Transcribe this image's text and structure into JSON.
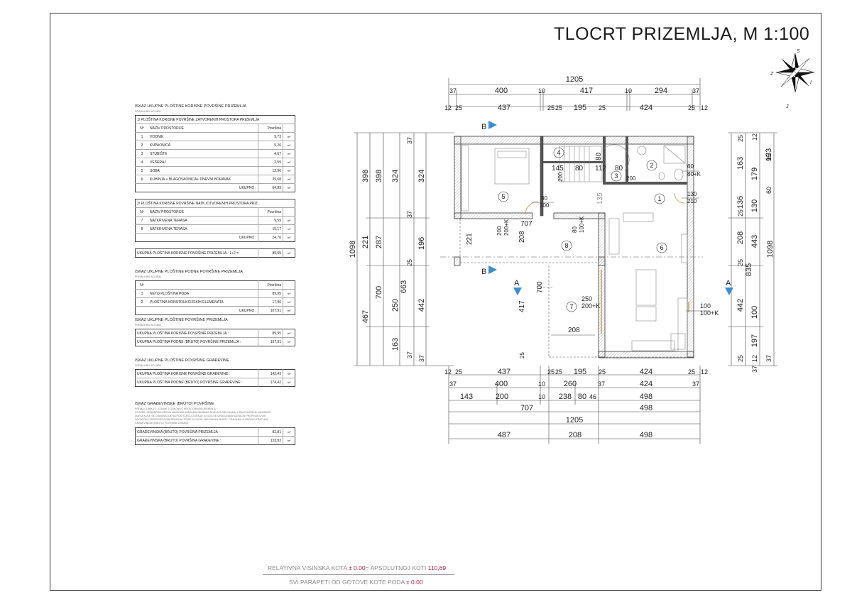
{
  "title": "TLOCRT PRIZEMLJA, M 1:100",
  "compass": {
    "s": "S",
    "z": "Z",
    "i": "I",
    "j": "J"
  },
  "tables": {
    "korisna": {
      "heading": "ISKAZ UKUPNE PLOŠTINE KORISNE POVRŠINE PRIZEMLJA",
      "sub": "PREMA HRN ISO 9836",
      "s1": {
        "heading": "1/ PLOŠTINA KORISNE POVRŠINE ZATVORENIH PROSTORA PRIZEMLJA",
        "h_no": "Nº",
        "h_name": "NAZIV PROSTORIJE",
        "h_area": "Površina",
        "rows": [
          {
            "no": "1",
            "name": "HODNIK",
            "area": "9,73",
            "unit": "m²"
          },
          {
            "no": "2",
            "name": "KUPAONICA",
            "area": "5,26",
            "unit": "m²"
          },
          {
            "no": "3",
            "name": "STUBIŠTE",
            "area": "4,67",
            "unit": "m²"
          },
          {
            "no": "4",
            "name": "VEŠERAJ",
            "area": "2,59",
            "unit": "m²"
          },
          {
            "no": "5",
            "name": "SOBA",
            "area": "12,96",
            "unit": "m²"
          },
          {
            "no": "6",
            "name": "KUHINJA + BLAGOVAONICA+ DNEVNI BORAVAK",
            "area": "29,68",
            "unit": "m²"
          }
        ],
        "total_label": "UKUPNO :",
        "total": "64,89",
        "total_unit": "m²"
      },
      "s2": {
        "heading": "2/ PLOŠTINA KORISNE POVRŠINE NATK./OTVORENIH PROSTORA PRIZ.",
        "h_no": "Nº",
        "h_name": "NAZIV PROSTORIJE",
        "h_area": "Površina",
        "rows": [
          {
            "no": "7",
            "name": "NATKRIVENA TERASA",
            "area": "9,59",
            "unit": "m²"
          },
          {
            "no": "8",
            "name": "NATKRIVENA TERASA",
            "area": "15,17",
            "unit": "m²"
          }
        ],
        "total_label": "UKUPNO :",
        "total": "24,76",
        "total_unit": "m²"
      },
      "sum_label": "UKUPNA PLOŠTINA KORISNE POVRŠINE PRIZEMLJA :  1+2 =",
      "sum": "89,65",
      "sum_unit": "m²"
    },
    "podne": {
      "heading": "ISKAZ UKUPNE PLOŠTINE PODNE POVRŠINE PRIZEMLJA",
      "sub": "PREMA HRN ISO 9836",
      "h_no": "Nº",
      "h_area": "Površina",
      "rows": [
        {
          "no": "1",
          "name": "NETO PLOŠTINA PODA",
          "area": "89,95",
          "unit": "m²"
        },
        {
          "no": "2",
          "name": "PLOŠTINA KONSTRUKCIJSKIH ELEMENATA",
          "area": "17,96",
          "unit": "m²"
        }
      ],
      "total_label": "UKUPNO :",
      "total": "107,91",
      "total_unit": "m²"
    },
    "povrsine": {
      "heading": "ISKAZ UKUPNE PLOŠTINE POVRŠINE PRIZEMLJA",
      "sub": "PREMA HRN ISO 9836",
      "rows": [
        {
          "name": "UKUPNA PLOŠTINA KORISNE POVRŠINE PRIZEMLJA :",
          "area": "89,95",
          "unit": "m²"
        },
        {
          "name": "UKUPNA PLOŠTINA PODNE (BRUTO) POVRŠINE PRIZEMLJA :",
          "area": "107,91",
          "unit": "m²"
        }
      ]
    },
    "gradevine": {
      "heading": "ISKAZ UKUPNE PLOŠTINE POVRŠINE GRAĐEVINE",
      "sub": "PREMA HRN ISO 9836",
      "rows": [
        {
          "name": "UKUPNA PLOŠTINA KORISNE POVRŠINE GRAĐEVINE :",
          "area": "142,43",
          "unit": "m²"
        },
        {
          "name": "UKUPNA PLOŠTINA PODNE (BRUTO) POVRŠINE GRAĐEVINE :",
          "area": "174,42",
          "unit": "m²"
        }
      ]
    },
    "bruto": {
      "heading": "ISKAZ GRAĐEVINSKE (BRUTO) POVRŠINE",
      "note1": "PREMA ČLANKU 2. STAVAK 1. ZAKONA O PROSTORNOM UREĐENJU",
      "note2": "ZGRADE, ODREĐENIH PREMA VANJSKIM MJERAMA OBODNIH ZIDOVA S OBLOGAMA, OSIM POVRŠINE VANJSKOG",
      "note3": "DIJELA KUĆE SE OGRANIČUJE NA POSTOJEĆU ZGRADU, A KOJA SE IZRAČUNAVA NA NAČIN PROPISAN OVIM",
      "note4": "ZAKONOM I PROPISOM DONESENIM NA TEMELJU OVOG ZAKONA NN 65/2017, PRAVILNIK O NAČINU IZRAČUNA",
      "note5": "GRAĐEVINSKE (BRUTO) POVRŠINE ZGRADE",
      "rows": [
        {
          "name": "GRAĐEVINSKA (BRUTO) POVRŠINA PRIZEMLJA :",
          "area": "82,81",
          "unit": "m²"
        },
        {
          "name": "GRAĐEVINSKA (BRUTO) POVRŠINA GRAĐEVINE :",
          "area": "133,93",
          "unit": "m²"
        }
      ]
    }
  },
  "plan": {
    "dims_top": {
      "total": "1205",
      "row1": [
        "37",
        "400",
        "10",
        "417",
        "10",
        "294",
        "37"
      ],
      "row2": [
        "12",
        "25",
        "437",
        "25",
        "25",
        "195",
        "25",
        "424",
        "25",
        "12"
      ]
    },
    "dims_bottom": {
      "row1": [
        "12",
        "25",
        "437",
        "25",
        "25",
        "195",
        "25",
        "424",
        "25",
        "12"
      ],
      "row2": [
        "37",
        "400",
        "10",
        "260",
        "37",
        "424",
        "37"
      ],
      "row3": [
        "143",
        "200",
        "10",
        "238",
        "80",
        "46",
        "498"
      ],
      "row4": [
        "707",
        "498"
      ],
      "total": "1205",
      "row5": [
        "487",
        "208",
        "498"
      ]
    },
    "dims_left": {
      "total": "1098",
      "c1": [
        "398",
        "221",
        "467"
      ],
      "c2": [
        "398",
        "287",
        "700"
      ],
      "c3": [
        "324",
        "663",
        "250",
        "163"
      ],
      "c4": [
        "324",
        "196",
        "442"
      ],
      "small": [
        "37",
        "37",
        "25",
        "37",
        "37"
      ]
    },
    "dims_right": {
      "total": "1098",
      "c1": [
        "163",
        "136",
        "208",
        "835",
        "442"
      ],
      "c2": [
        "133",
        "179",
        "130",
        "443",
        "100",
        "197"
      ],
      "c3": [
        "25",
        "12",
        "25",
        "60",
        "25",
        "95",
        "37"
      ],
      "small": [
        "25",
        "12",
        "37"
      ]
    },
    "rooms": [
      "1",
      "2",
      "3",
      "4",
      "5",
      "6",
      "7",
      "8"
    ],
    "inner_dims": {
      "d145": "145",
      "d80a": "80",
      "d112": "112",
      "d80b": "80",
      "d80c": "80",
      "d200a": "200",
      "d200b": "200",
      "d135": "135",
      "d60": "60",
      "d80k": "80+K",
      "d130": "130",
      "d210": "210",
      "d80d": "80",
      "d200c": "200",
      "d707": "707",
      "d200k": "200",
      "d200k2": "200+K",
      "d208a": "208",
      "d80e": "80",
      "d100k": "100+K",
      "d221": "221",
      "d700": "700",
      "d417": "417",
      "d25": "25",
      "d250": "250",
      "d250k": "200+K",
      "d208b": "208",
      "d100": "100",
      "d100k2": "100+K"
    },
    "section_b": "B",
    "section_a": "A"
  },
  "footer": {
    "rel_label": "RELATIVNA VISINSKA KOTA",
    "rel_value": "± 0.00",
    "abs_label": "= APSOLUTNOJ KOTI",
    "abs_value": "110,69",
    "parapet_label": "SVI PARAPETI OD GOTOVE KOTE PODA",
    "parapet_value": "± 0.00"
  }
}
